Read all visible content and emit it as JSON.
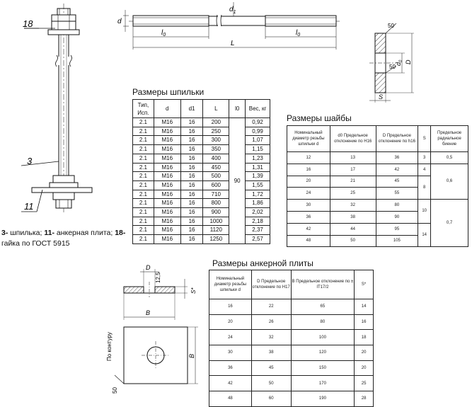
{
  "drawings": {
    "assembly": {
      "labels": [
        "18",
        "3",
        "11"
      ]
    },
    "stud": {
      "dims": [
        "d",
        "d",
        "1",
        "l",
        "0",
        "l",
        "0",
        "L"
      ]
    },
    "washer": {
      "dims": [
        "50",
        "50",
        "d",
        "0",
        "D",
        "S"
      ]
    },
    "plate": {
      "dims": [
        "D",
        "12,5",
        "S*",
        "B",
        "B",
        "По контуру",
        "50"
      ]
    }
  },
  "caption": {
    "parts": [
      {
        "num": "3-",
        "text": " шпилька; "
      },
      {
        "num": "11-",
        "text": " анкерная плита; "
      },
      {
        "num": "18-",
        "text": " гайка по ГОСТ 5915"
      }
    ]
  },
  "studs": {
    "title": "Размеры шпильки",
    "headers": [
      "Тип, Исп.",
      "d",
      "d1",
      "L",
      "l0",
      "Вес, кг"
    ],
    "l0_value": "90",
    "rows": [
      [
        "2.1",
        "M16",
        "16",
        "200",
        "0,92"
      ],
      [
        "2.1",
        "M16",
        "16",
        "250",
        "0,99"
      ],
      [
        "2.1",
        "M16",
        "16",
        "300",
        "1,07"
      ],
      [
        "2.1",
        "M16",
        "16",
        "350",
        "1,15"
      ],
      [
        "2.1",
        "M16",
        "16",
        "400",
        "1,23"
      ],
      [
        "2.1",
        "M16",
        "16",
        "450",
        "1,31"
      ],
      [
        "2.1",
        "M16",
        "16",
        "500",
        "1,39"
      ],
      [
        "2.1",
        "M16",
        "16",
        "600",
        "1,55"
      ],
      [
        "2.1",
        "M16",
        "16",
        "710",
        "1,72"
      ],
      [
        "2.1",
        "M16",
        "16",
        "800",
        "1,86"
      ],
      [
        "2.1",
        "M16",
        "16",
        "900",
        "2,02"
      ],
      [
        "2.1",
        "M16",
        "16",
        "1000",
        "2,18"
      ],
      [
        "2.1",
        "M16",
        "16",
        "1120",
        "2,37"
      ],
      [
        "2.1",
        "M16",
        "16",
        "1250",
        "2,57"
      ]
    ]
  },
  "washers": {
    "title": "Размеры шайбы",
    "headers": [
      "Номинальный диаметр резьбы шпильки d",
      "d0 Предельное отклонение по H16",
      "D Предельное отклонение по h16",
      "S",
      "Предельное радиальное биение"
    ],
    "rows": [
      {
        "d": "12",
        "d0": "13",
        "D": "36",
        "S": "3",
        "beat": "0,5"
      },
      {
        "d": "16",
        "d0": "17",
        "D": "42",
        "S": "4",
        "beat": ""
      },
      {
        "d": "20",
        "d0": "21",
        "D": "45",
        "S": "",
        "beat": "0,6"
      },
      {
        "d": "24",
        "d0": "25",
        "D": "55",
        "S": "8",
        "beat": ""
      },
      {
        "d": "30",
        "d0": "32",
        "D": "80",
        "S": "",
        "beat": ""
      },
      {
        "d": "36",
        "d0": "38",
        "D": "90",
        "S": "10",
        "beat": ""
      },
      {
        "d": "42",
        "d0": "44",
        "D": "95",
        "S": "",
        "beat": "0,7"
      },
      {
        "d": "48",
        "d0": "50",
        "D": "105",
        "S": "14",
        "beat": ""
      }
    ]
  },
  "plates": {
    "title": "Размеры анкерной плиты",
    "headers": [
      "Номинальный диаметр резьбы шпильки d",
      "D Предельное отклонение по H17",
      "B Предельное отклонение по ± IT17/2",
      "S*"
    ],
    "rows": [
      [
        "16",
        "22",
        "65",
        "14"
      ],
      [
        "20",
        "26",
        "80",
        "16"
      ],
      [
        "24",
        "32",
        "100",
        "18"
      ],
      [
        "30",
        "38",
        "120",
        "20"
      ],
      [
        "36",
        "45",
        "150",
        "20"
      ],
      [
        "42",
        "50",
        "170",
        "25"
      ],
      [
        "48",
        "60",
        "190",
        "28"
      ]
    ]
  }
}
